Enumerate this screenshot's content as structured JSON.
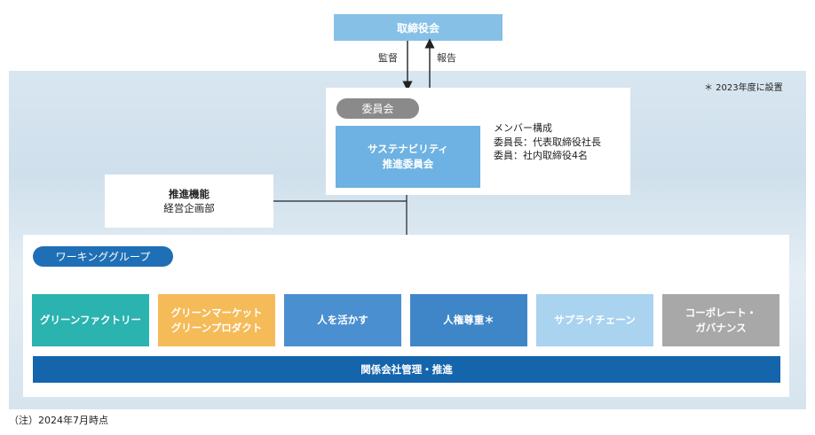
{
  "board": {
    "label": "取締役会"
  },
  "arrows": {
    "supervision": "監督",
    "report": "報告"
  },
  "committee": {
    "pill": "委員会",
    "name_line1": "サステナビリティ",
    "name_line2": "推進委員会",
    "members": [
      "メンバー構成",
      "委員長：代表取締役社長",
      "委員：社内取締役4名"
    ]
  },
  "note_top": "＊ 2023年度に設置",
  "promotion": {
    "title": "推進機能",
    "dept": "経営企画部"
  },
  "working_group": {
    "pill": "ワーキンググループ",
    "groups": [
      {
        "line1": "グリーンファクトリー",
        "line2": "",
        "color": "#2bb3b0"
      },
      {
        "line1": "グリーンマーケット",
        "line2": "グリーンプロダクト",
        "color": "#f5bb59"
      },
      {
        "line1": "人を活かす",
        "line2": "",
        "color": "#4a8fd0"
      },
      {
        "line1": "人権尊重＊",
        "line2": "",
        "color": "#3f86c8"
      },
      {
        "line1": "サプライチェーン",
        "line2": "",
        "color": "#a9d3ef"
      },
      {
        "line1": "コーポレート・",
        "line2": "ガバナンス",
        "color": "#a8a8a8"
      }
    ],
    "affiliates": "関係会社管理・推進"
  },
  "footnote": "（注）2024年7月時点"
}
